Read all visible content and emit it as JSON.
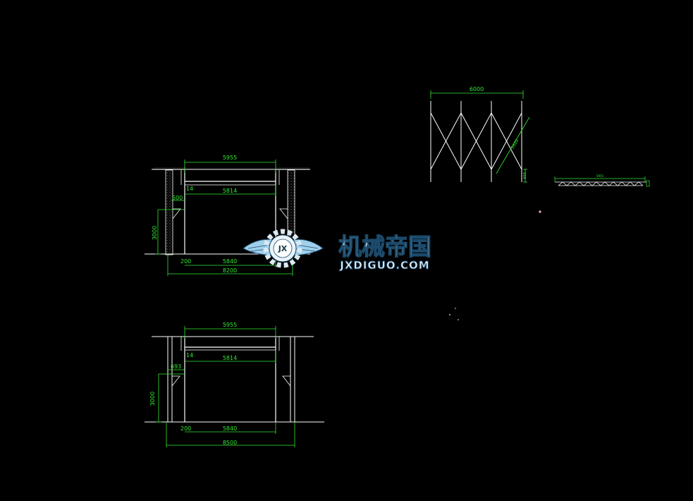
{
  "colors": {
    "background": "#000000",
    "structure": "#ffffff",
    "dimension": "#35e835",
    "logo_fill": "#cfe9f7",
    "logo_outline": "#1b4a6b"
  },
  "drawings": {
    "section_a": {
      "dim_top": "5955",
      "dim_beam": "5814",
      "dim_small_top": "14",
      "dim_offset": "600",
      "dim_height": "3000",
      "dim_post": "200",
      "dim_inner": "5840",
      "dim_overall": "8200"
    },
    "section_b": {
      "dim_top": "5955",
      "dim_beam": "5814",
      "dim_small_top": "14",
      "dim_offset": "693",
      "dim_height": "3000",
      "dim_post": "200",
      "dim_inner": "5840",
      "dim_overall": "8500"
    },
    "bracing": {
      "dim_width": "6000",
      "dim_diagonal": "5620",
      "dim_side": "600"
    },
    "truss": {
      "dim_length": "5955"
    }
  },
  "watermark": {
    "badge_text": "JX",
    "title_cn": "机械帝国",
    "title_en": "JXDIGUO.COM"
  }
}
